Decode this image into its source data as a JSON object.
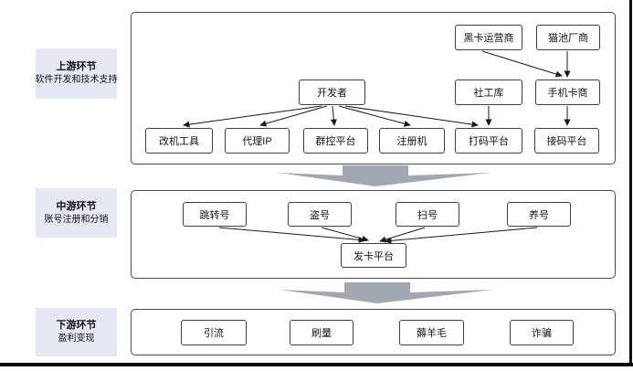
{
  "stages": {
    "upstream": {
      "title": "上游环节",
      "subtitle": "软件开发和技术支持"
    },
    "midstream": {
      "title": "中游环节",
      "subtitle": "账号注册和分销"
    },
    "downstream": {
      "title": "下游环节",
      "subtitle": "盈利变现"
    }
  },
  "nodes": {
    "black_card_operator": "黑卡运营商",
    "modem_pool_vendor": "猫池厂商",
    "developer": "开发者",
    "social_engineering_db": "社工库",
    "phone_card_vendor": "手机卡商",
    "device_modification_tool": "改机工具",
    "proxy_ip": "代理IP",
    "group_control_platform": "群控平台",
    "registration_bot": "注册机",
    "captcha_solving_platform": "打码平台",
    "sms_code_platform": "接码平台",
    "redirect_account": "跳转号",
    "account_theft": "盗号",
    "account_scanning": "扫号",
    "account_farming": "养号",
    "card_selling_platform": "发卡平台",
    "traffic_generation": "引流",
    "click_farming": "刷量",
    "bonus_hunting": "薅羊毛",
    "fraud": "诈骗"
  },
  "colors": {
    "stage_label_bg": "#e6e8f4",
    "node_border": "#3f3f3f",
    "section_border": "#4a4a4a",
    "connector": "#1a1a1a",
    "flow_arrow_fill": "#a2a7b0",
    "frame_bar": "#0b0b0b"
  }
}
